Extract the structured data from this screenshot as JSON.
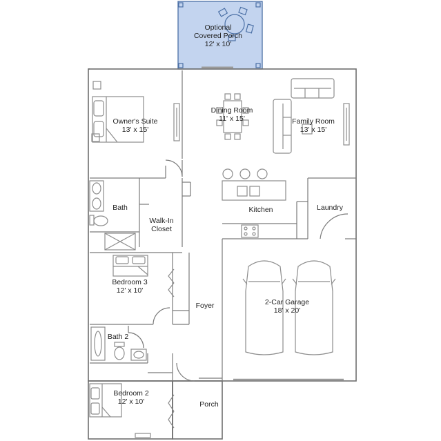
{
  "colors": {
    "wall": "#7a7a7a",
    "fixture": "#8c8c8c",
    "optional_fill": "#c3d4ef",
    "optional_stroke": "#4a6fa5",
    "background": "#ffffff",
    "label": "#222222"
  },
  "rooms": {
    "optional_porch": {
      "name_line1": "Optional",
      "name_line2": "Covered Porch",
      "dims": "12' x 10'"
    },
    "owners_suite": {
      "name": "Owner's Suite",
      "dims": "13' x 15'"
    },
    "dining_room": {
      "name": "Dining Room",
      "dims": "11' x 15'"
    },
    "family_room": {
      "name": "Family Room",
      "dims": "13' x 15'"
    },
    "bath": {
      "name": "Bath"
    },
    "walk_in_closet": {
      "name_line1": "Walk-In",
      "name_line2": "Closet"
    },
    "kitchen": {
      "name": "Kitchen"
    },
    "laundry": {
      "name": "Laundry"
    },
    "bedroom_3": {
      "name": "Bedroom 3",
      "dims": "12' x 10'"
    },
    "foyer": {
      "name": "Foyer"
    },
    "garage": {
      "name": "2-Car Garage",
      "dims": "18' x 20'"
    },
    "bath_2": {
      "name": "Bath 2"
    },
    "bedroom_2": {
      "name": "Bedroom 2",
      "dims": "12' x 10'"
    },
    "porch": {
      "name": "Porch"
    }
  }
}
